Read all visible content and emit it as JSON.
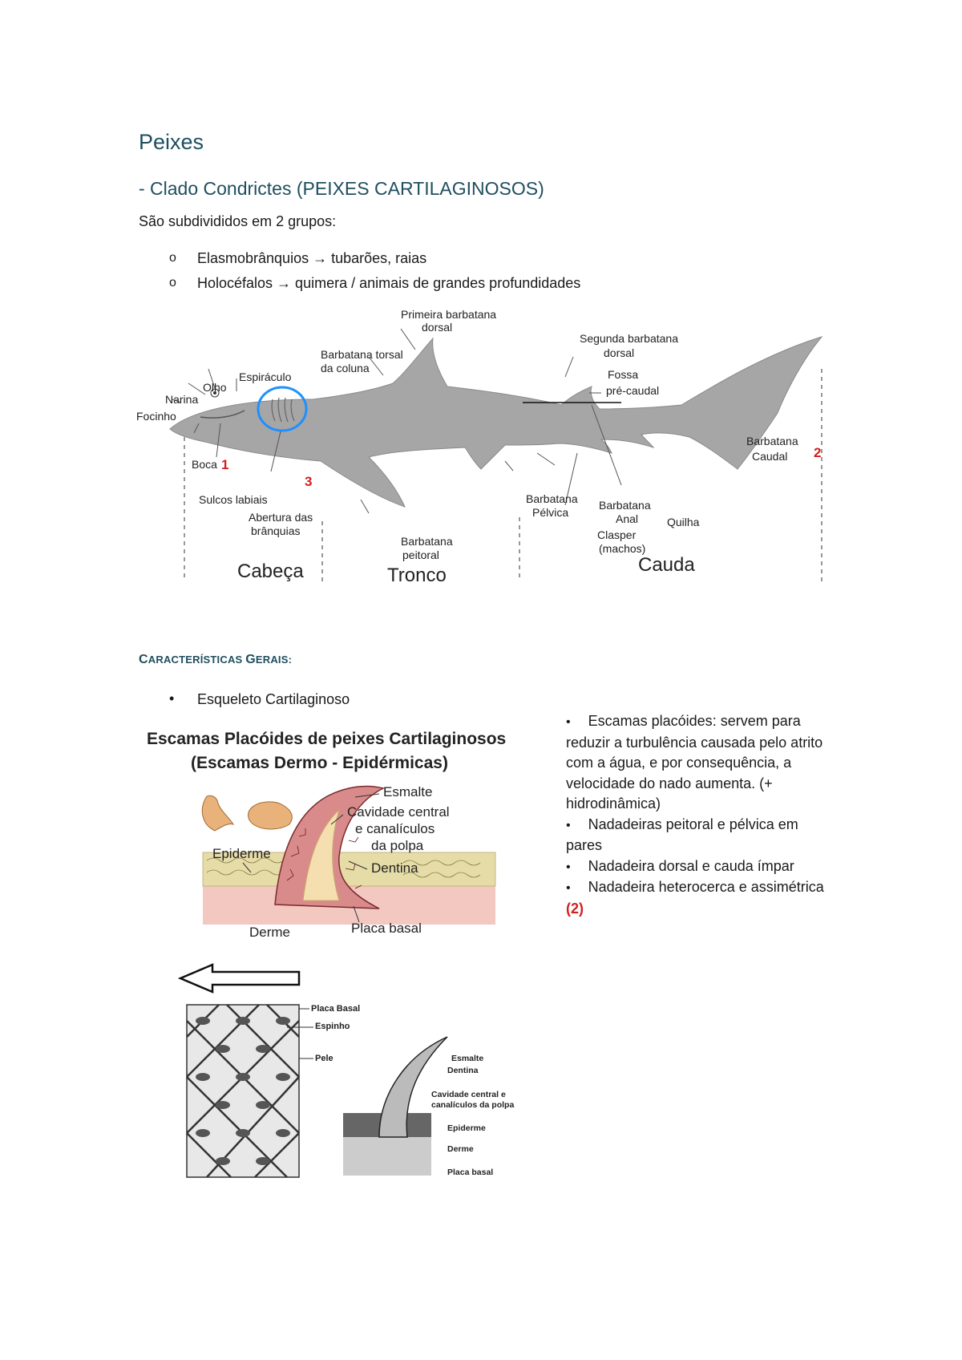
{
  "title": "Peixes",
  "subtitle": "- Clado Condrictes (PEIXES CARTILAGINOSOS)",
  "intro": "São subdivididos em 2 grupos:",
  "groups": [
    "Elasmobrânquios → tubarões, raias",
    "Holocéfalos → quimera / animais de grandes profundidades"
  ],
  "shark": {
    "labels": {
      "primeira1": "Primeira barbatana",
      "primeira2": "dorsal",
      "segunda1": "Segunda barbatana",
      "segunda2": "dorsal",
      "torsal1": "Barbatana torsal",
      "torsal2": "da coluna",
      "espiraculo": "Espiráculo",
      "olho": "Olho",
      "narina": "Narina",
      "focinho": "Focinho",
      "boca": "Boca",
      "sulcos": "Sulcos labiais",
      "abertura1": "Abertura das",
      "abertura2": "brânquias",
      "peitoral1": "Barbatana",
      "peitoral2": "peitoral",
      "pelvica1": "Barbatana",
      "pelvica2": "Pélvica",
      "anal1": "Barbatana",
      "anal2": "Anal",
      "clasper1": "Clasper",
      "clasper2": "(machos)",
      "quilha": "Quilha",
      "fossa1": "Fossa",
      "fossa2": "pré-caudal",
      "caudal1": "Barbatana",
      "caudal2": "Caudal",
      "cabeca": "Cabeça",
      "tronco": "Tronco",
      "cauda": "Cauda",
      "n1": "1",
      "n2": "2",
      "n3": "3"
    }
  },
  "section_title_cap1": "C",
  "section_title_rest1": "ARACTERÍSTICAS ",
  "section_title_cap2": "G",
  "section_title_rest2": "ERAIS:",
  "skeleton_item": "Esqueleto Cartilaginoso",
  "scales_fig": {
    "title1": "Escamas Placóides de peixes Cartilaginosos",
    "title2": "(Escamas Dermo - Epidérmicas)",
    "esmalte": "Esmalte",
    "cavidade1": "Cavidade central",
    "cavidade2": "e canalículos",
    "cavidade3": "da polpa",
    "dentina": "Dentina",
    "epiderme": "Epiderme",
    "derme": "Derme",
    "placa": "Placa basal",
    "s_placa_basal": "Placa Basal",
    "s_espinho": "Espinho",
    "s_pele": "Pele",
    "s_esmalte": "Esmalte",
    "s_dentina": "Dentina",
    "s_cav1": "Cavidade central e",
    "s_cav2": "canalículos da polpa",
    "s_epiderme": "Epiderme",
    "s_derme": "Derme",
    "s_placa": "Placa basal"
  },
  "features": {
    "f1_term": "Escamas placóides",
    "f1_rest": ": servem para reduzir a turbulência causada pelo atrito com a água, e por consequência, a velocidade do nado aumenta. (+ hidrodinâmica)",
    "f2": "Nadadeiras peitoral e pélvica em pares",
    "f3": "Nadadeira dorsal e cauda ímpar",
    "f4": "Nadadeira heterocerca e assimétrica ",
    "f4_ref": "(2)"
  }
}
